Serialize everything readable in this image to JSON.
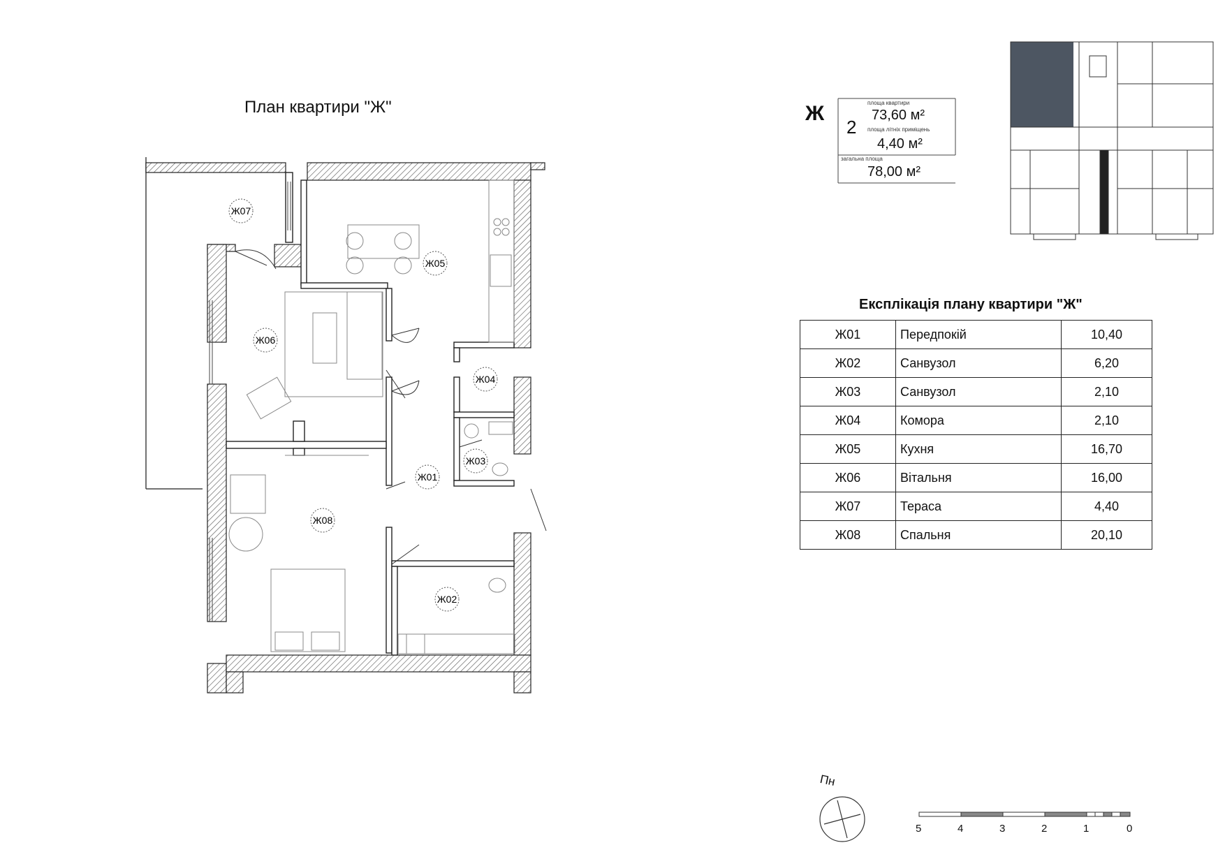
{
  "plan": {
    "title": "План квартири \"Ж\"",
    "room_tags": [
      "Ж07",
      "Ж05",
      "Ж06",
      "Ж04",
      "Ж03",
      "Ж01",
      "Ж08",
      "Ж02"
    ]
  },
  "summary": {
    "apartment_letter": "Ж",
    "rooms_count": "2",
    "apartment_area_label": "площа квартири",
    "apartment_area": "73,60 м²",
    "summer_area_label": "площа літніх приміщень",
    "summer_area": "4,40 м²",
    "total_area_label": "загальна площа",
    "total_area": "78,00 м²"
  },
  "explication": {
    "title": "Експлікація плану квартири \"Ж\"",
    "rows": [
      {
        "code": "Ж01",
        "name": "Передпокій",
        "area": "10,40"
      },
      {
        "code": "Ж02",
        "name": "Санвузол",
        "area": "6,20"
      },
      {
        "code": "Ж03",
        "name": "Санвузол",
        "area": "2,10"
      },
      {
        "code": "Ж04",
        "name": "Комора",
        "area": "2,10"
      },
      {
        "code": "Ж05",
        "name": "Кухня",
        "area": "16,70"
      },
      {
        "code": "Ж06",
        "name": "Вітальня",
        "area": "16,00"
      },
      {
        "code": "Ж07",
        "name": "Тераса",
        "area": "4,40"
      },
      {
        "code": "Ж08",
        "name": "Спальня",
        "area": "20,10"
      }
    ]
  },
  "compass": {
    "north_label": "Пн"
  },
  "scale_bar": {
    "labels": [
      "5",
      "4",
      "3",
      "2",
      "1",
      "0"
    ]
  },
  "colors": {
    "highlight": "#4d5662",
    "wall_hatch": "#555555"
  }
}
